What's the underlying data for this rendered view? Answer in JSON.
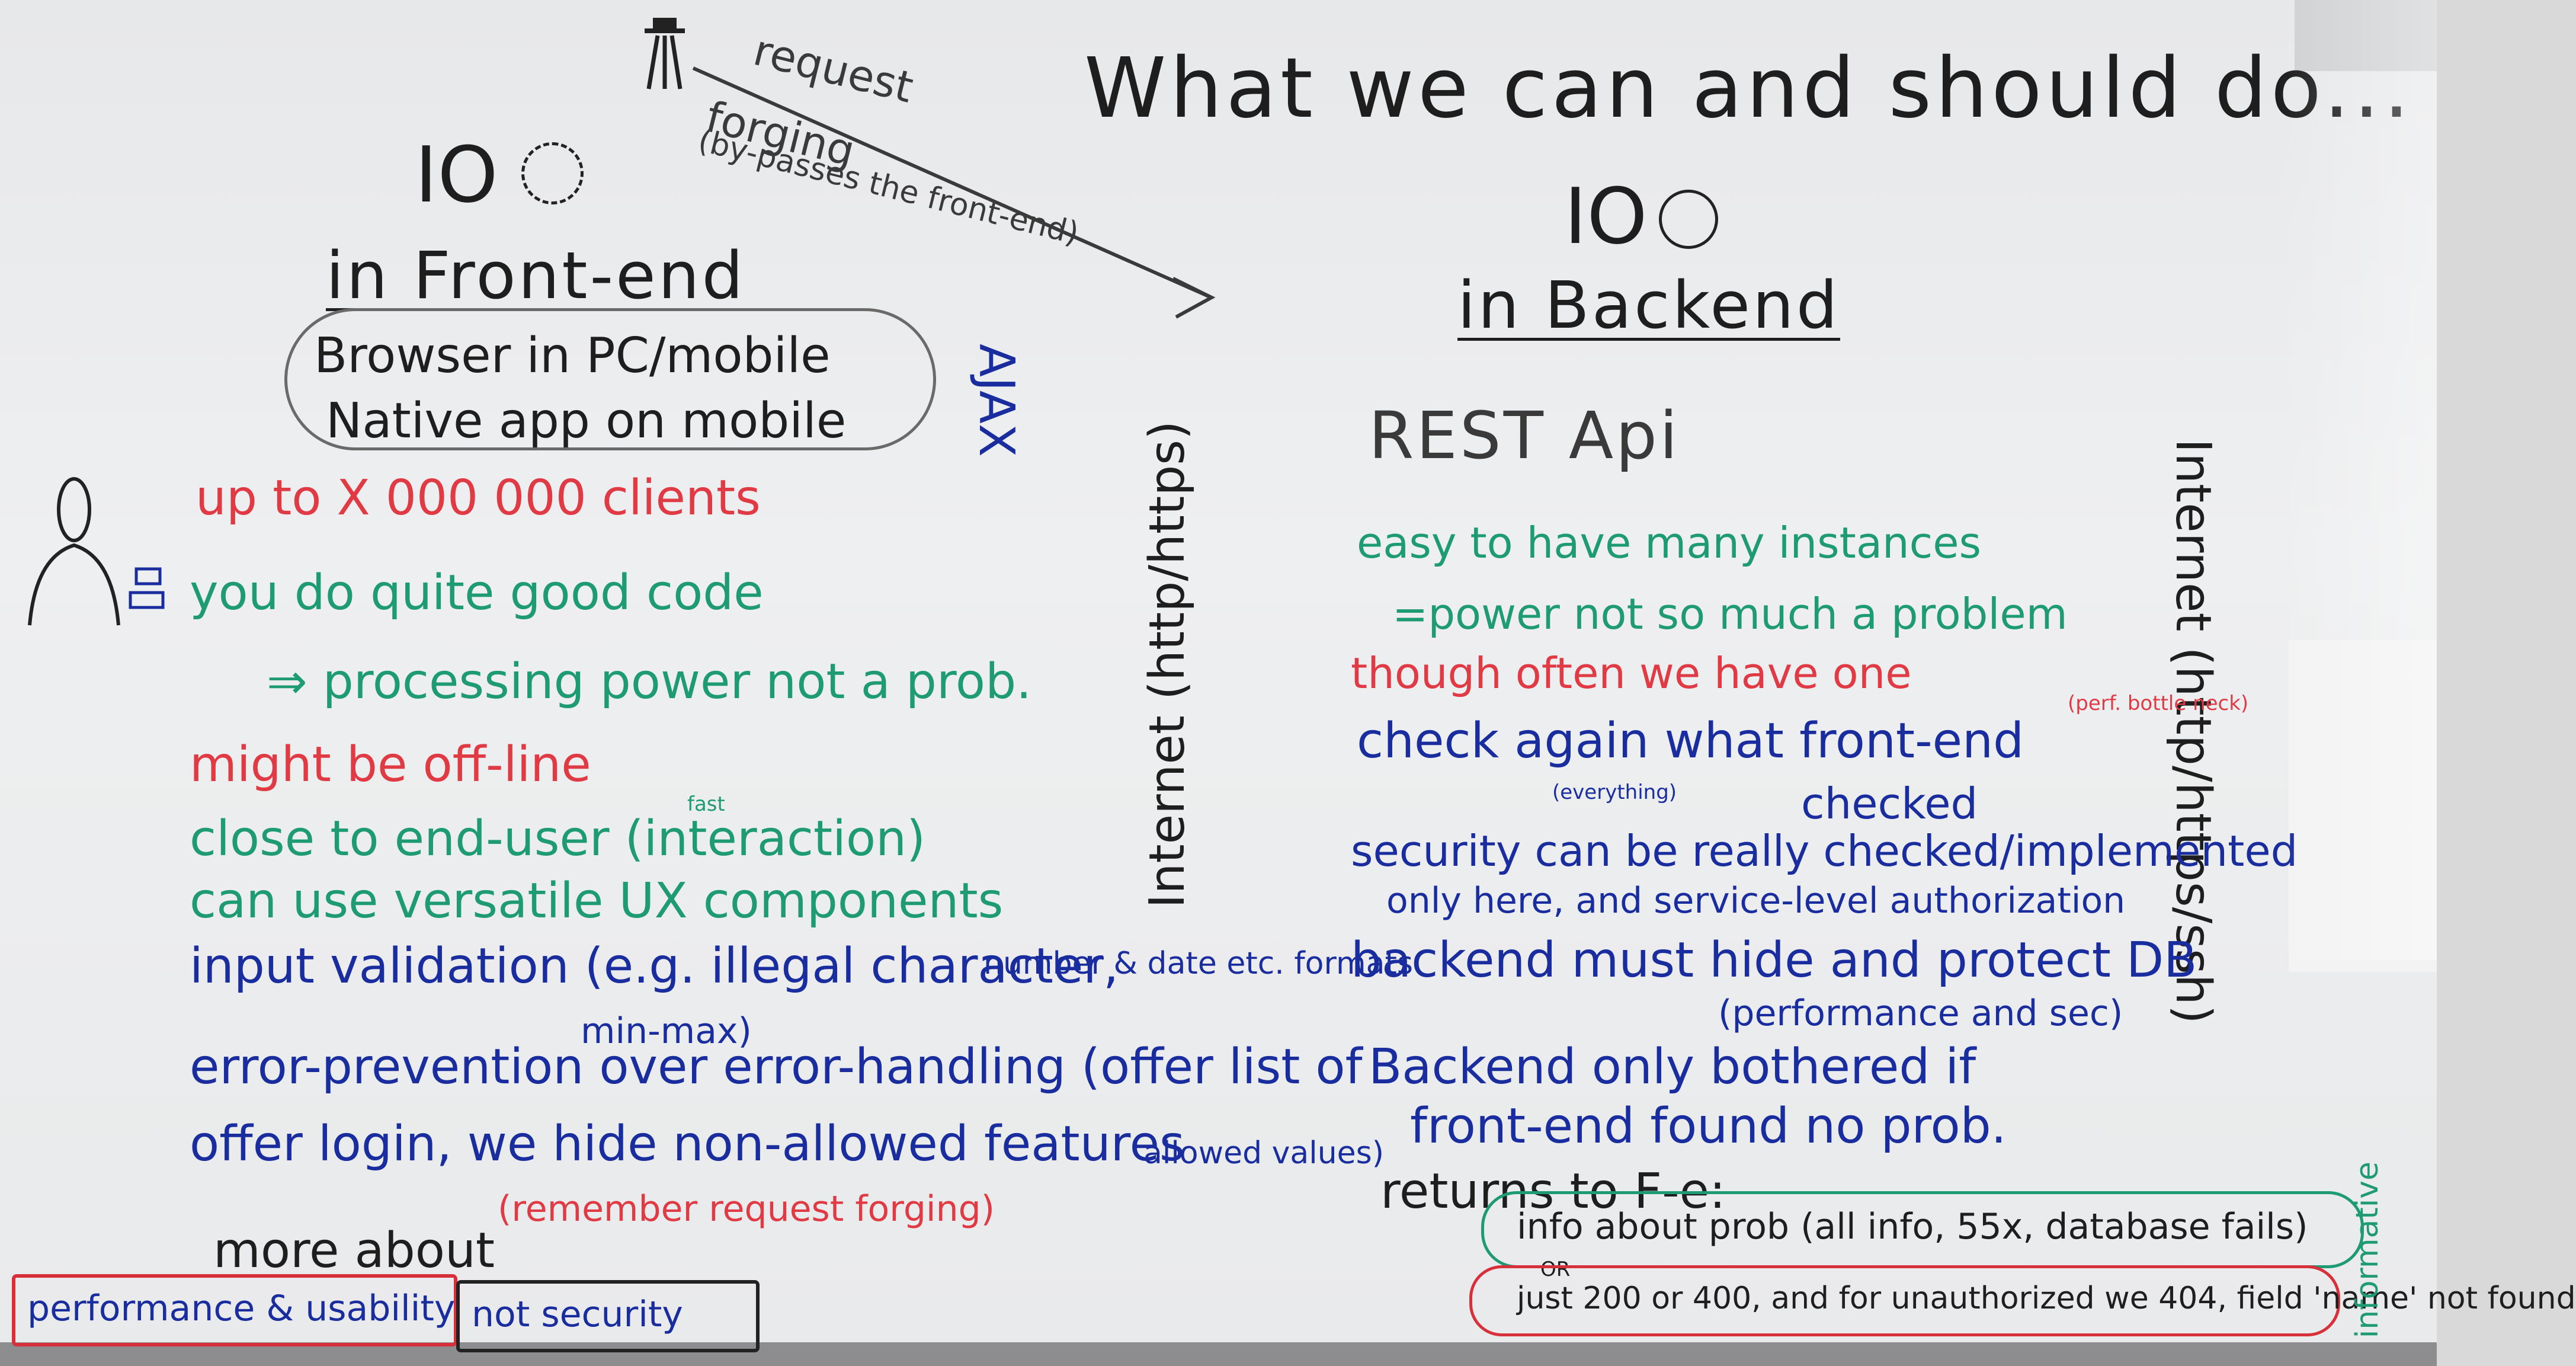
{
  "board": {
    "title": "What we can and should do...",
    "request_forging": {
      "line1": "request",
      "line2": "forging",
      "line3": "(by-passes the front-end)"
    },
    "frontend": {
      "io": "IO",
      "heading": "in Front-end",
      "contexts": [
        "Browser in PC/mobile",
        "Native app on mobile"
      ],
      "ajax": "AJAX",
      "internet": "Internet (http/https)",
      "points": [
        {
          "text": "up to X 000 000 clients",
          "color": "red"
        },
        {
          "text": "you do quite good code",
          "color": "green"
        },
        {
          "text": "⇒ processing power not a prob.",
          "color": "green"
        },
        {
          "text": "might be off-line",
          "color": "red"
        },
        {
          "text": "close to end-user (interaction)",
          "color": "green"
        },
        {
          "text": "fast",
          "color": "green"
        },
        {
          "text": "can use versatile UX components",
          "color": "green"
        },
        {
          "text": "input validation (e.g. illegal character,",
          "color": "blue"
        },
        {
          "text": "number & date etc. formats",
          "color": "blue"
        },
        {
          "text": "min-max)",
          "color": "blue"
        },
        {
          "text": "error-prevention over error-handling (offer list of",
          "color": "blue"
        },
        {
          "text": "allowed values)",
          "color": "blue"
        },
        {
          "text": "offer login, we hide non-allowed features",
          "color": "blue"
        },
        {
          "text": "(remember request forging)",
          "color": "red"
        },
        {
          "text": "more about",
          "color": "black"
        }
      ],
      "boxed_left": "performance & usability",
      "boxed_right": "not security"
    },
    "backend": {
      "io": "IO",
      "heading": "in Backend",
      "rest": "REST Api",
      "internet": "Internet (http/https/ssh)",
      "points": [
        {
          "text": "easy to have many instances",
          "color": "green"
        },
        {
          "text": "=power not so much a problem",
          "color": "green"
        },
        {
          "text": "though often we have one",
          "color": "red"
        },
        {
          "text": "(perf. bottle neck)",
          "color": "red"
        },
        {
          "text": "check again what front-end",
          "color": "blue"
        },
        {
          "text": "(everything)",
          "color": "blue"
        },
        {
          "text": "checked",
          "color": "blue"
        },
        {
          "text": "security can be really checked/implemented",
          "color": "blue"
        },
        {
          "text": "only here, and service-level authorization",
          "color": "blue"
        },
        {
          "text": "backend must hide and protect DB",
          "color": "blue"
        },
        {
          "text": "(performance and sec)",
          "color": "blue"
        },
        {
          "text": "Backend only bothered if",
          "color": "blue"
        },
        {
          "text": "front-end found no prob.",
          "color": "blue"
        },
        {
          "text": "returns to F-e:",
          "color": "black"
        },
        {
          "text": "info about prob (all info, 55x, database fails)",
          "color": "black"
        },
        {
          "text": "OR",
          "color": "black"
        },
        {
          "text": "just 200 or 400, and for unauthorized we 404, field 'name' not found",
          "color": "black"
        },
        {
          "text": "informative",
          "color": "green"
        }
      ]
    }
  }
}
